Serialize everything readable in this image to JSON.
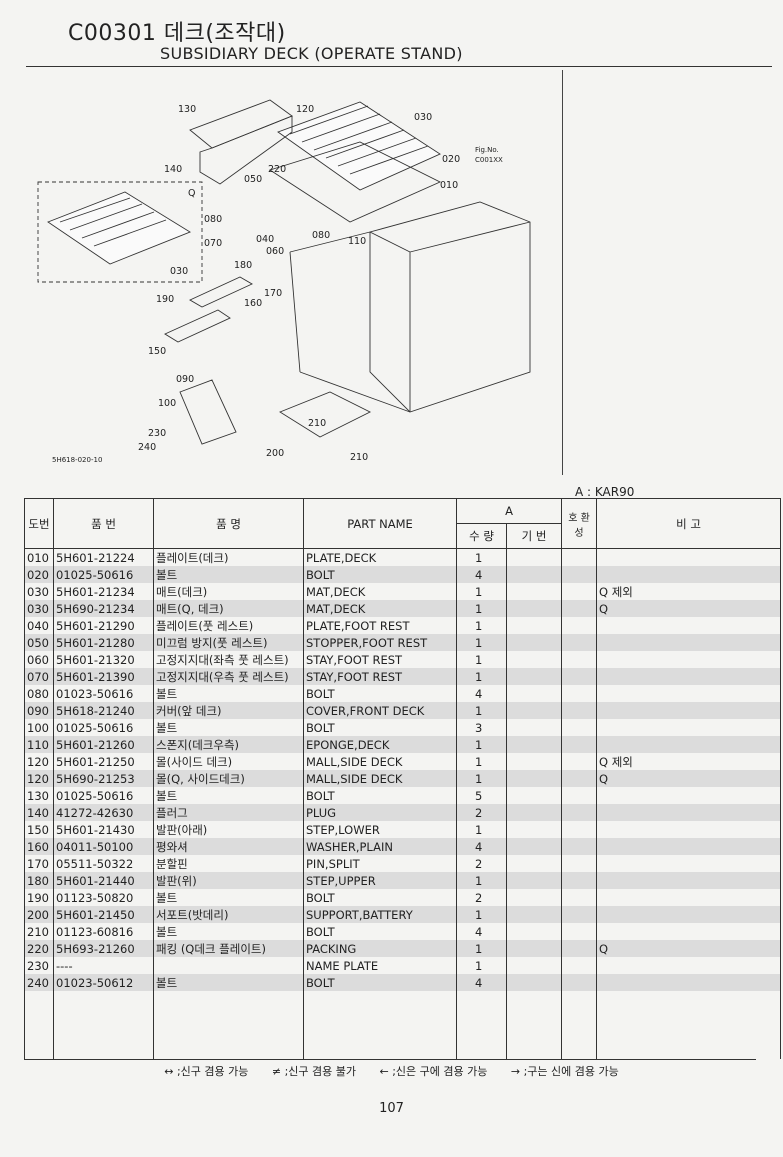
{
  "header": {
    "code": "C00301 데크(조작대)",
    "subtitle": "SUBSIDIARY DECK (OPERATE STAND)"
  },
  "diagram": {
    "labels": [
      "130",
      "120",
      "030",
      "020",
      "010",
      "140",
      "Q",
      "050",
      "220",
      "080",
      "070",
      "040",
      "060",
      "080",
      "110",
      "030",
      "180",
      "170",
      "190",
      "160",
      "150",
      "090",
      "100",
      "230",
      "240",
      "200",
      "210",
      "210"
    ],
    "fig_no": "Fig.No.",
    "fig_ref": "C001XX",
    "drawing_id": "5H618-020-10"
  },
  "variant_note": "A : KAR90",
  "table": {
    "headers": {
      "no": "도번",
      "part_no": "품 번",
      "name_kr": "품 명",
      "name_en": "PART NAME",
      "group_a": "A",
      "qty": "수 량",
      "base": "기 번",
      "compat": "호 환 성",
      "remarks": "비 고"
    },
    "rows": [
      {
        "no": "010",
        "part": "5H601-21224",
        "kr": "플레이트(데크)",
        "en": "PLATE,DECK",
        "qty": "1",
        "rem": ""
      },
      {
        "no": "020",
        "part": "01025-50616",
        "kr": "볼트",
        "en": "BOLT",
        "qty": "4",
        "rem": ""
      },
      {
        "no": "030",
        "part": "5H601-21234",
        "kr": "매트(데크)",
        "en": "MAT,DECK",
        "qty": "1",
        "rem": "Q 제외"
      },
      {
        "no": "030",
        "part": "5H690-21234",
        "kr": "매트(Q, 데크)",
        "en": "MAT,DECK",
        "qty": "1",
        "rem": "Q"
      },
      {
        "no": "040",
        "part": "5H601-21290",
        "kr": "플레이트(풋 레스트)",
        "en": "PLATE,FOOT REST",
        "qty": "1",
        "rem": ""
      },
      {
        "no": "050",
        "part": "5H601-21280",
        "kr": "미끄럼 방지(풋 레스트)",
        "en": "STOPPER,FOOT REST",
        "qty": "1",
        "rem": ""
      },
      {
        "no": "060",
        "part": "5H601-21320",
        "kr": "고정지지대(좌측 풋 레스트)",
        "en": "STAY,FOOT REST",
        "qty": "1",
        "rem": ""
      },
      {
        "no": "070",
        "part": "5H601-21390",
        "kr": "고정지지대(우측 풋 레스트)",
        "en": "STAY,FOOT REST",
        "qty": "1",
        "rem": ""
      },
      {
        "no": "080",
        "part": "01023-50616",
        "kr": "볼트",
        "en": "BOLT",
        "qty": "4",
        "rem": ""
      },
      {
        "no": "090",
        "part": "5H618-21240",
        "kr": "커버(앞 데크)",
        "en": "COVER,FRONT DECK",
        "qty": "1",
        "rem": ""
      },
      {
        "no": "100",
        "part": "01025-50616",
        "kr": "볼트",
        "en": "BOLT",
        "qty": "3",
        "rem": ""
      },
      {
        "no": "110",
        "part": "5H601-21260",
        "kr": "스폰지(데크우측)",
        "en": "EPONGE,DECK",
        "qty": "1",
        "rem": ""
      },
      {
        "no": "120",
        "part": "5H601-21250",
        "kr": "몰(사이드 데크)",
        "en": "MALL,SIDE DECK",
        "qty": "1",
        "rem": "Q 제외"
      },
      {
        "no": "120",
        "part": "5H690-21253",
        "kr": "몰(Q, 사이드데크)",
        "en": "MALL,SIDE DECK",
        "qty": "1",
        "rem": "Q"
      },
      {
        "no": "130",
        "part": "01025-50616",
        "kr": "볼트",
        "en": "BOLT",
        "qty": "5",
        "rem": ""
      },
      {
        "no": "140",
        "part": "41272-42630",
        "kr": "플러그",
        "en": "PLUG",
        "qty": "2",
        "rem": ""
      },
      {
        "no": "150",
        "part": "5H601-21430",
        "kr": "발판(아래)",
        "en": "STEP,LOWER",
        "qty": "1",
        "rem": ""
      },
      {
        "no": "160",
        "part": "04011-50100",
        "kr": "평와셔",
        "en": "WASHER,PLAIN",
        "qty": "4",
        "rem": ""
      },
      {
        "no": "170",
        "part": "05511-50322",
        "kr": "분할핀",
        "en": "PIN,SPLIT",
        "qty": "2",
        "rem": ""
      },
      {
        "no": "180",
        "part": "5H601-21440",
        "kr": "발판(위)",
        "en": "STEP,UPPER",
        "qty": "1",
        "rem": ""
      },
      {
        "no": "190",
        "part": "01123-50820",
        "kr": "볼트",
        "en": "BOLT",
        "qty": "2",
        "rem": ""
      },
      {
        "no": "200",
        "part": "5H601-21450",
        "kr": "서포트(밧데리)",
        "en": "SUPPORT,BATTERY",
        "qty": "1",
        "rem": ""
      },
      {
        "no": "210",
        "part": "01123-60816",
        "kr": "볼트",
        "en": "BOLT",
        "qty": "4",
        "rem": ""
      },
      {
        "no": "220",
        "part": "5H693-21260",
        "kr": "패킹 (Q데크 플레이트)",
        "en": "PACKING",
        "qty": "1",
        "rem": "Q"
      },
      {
        "no": "230",
        "part": "----",
        "kr": "",
        "en": "NAME PLATE",
        "qty": "1",
        "rem": ""
      },
      {
        "no": "240",
        "part": "01023-50612",
        "kr": "볼트",
        "en": "BOLT",
        "qty": "4",
        "rem": ""
      }
    ]
  },
  "legend": [
    "↔ ;신구 겸용 가능",
    "≠ ;신구 겸용 불가",
    "← ;신은 구에 겸용 가능",
    "→ ;구는 신에 겸용 가능"
  ],
  "page_number": "107"
}
